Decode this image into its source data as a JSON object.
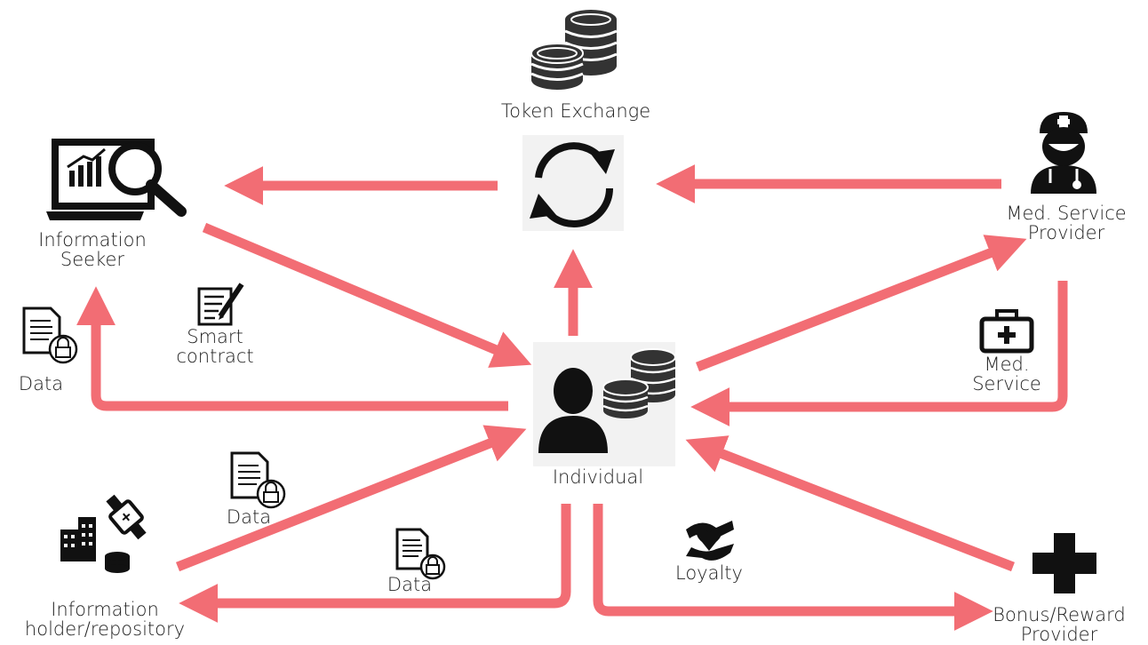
{
  "nodes": {
    "token_exchange": "Token Exchange",
    "information_seeker": [
      "Information",
      "Seeker"
    ],
    "med_service_provider": [
      "Med. Service",
      "Provider"
    ],
    "individual": "Individual",
    "information_holder": [
      "Information",
      "holder/repository"
    ],
    "bonus_reward_provider": [
      "Bonus/Reward",
      "Provider"
    ]
  },
  "edge_labels": {
    "smart_contract": [
      "Smart",
      "contract"
    ],
    "data_left": "Data",
    "data_mid": "Data",
    "data_bottom": "Data",
    "med_service": [
      "Med.",
      "Service"
    ],
    "loyalty": "Loyalty"
  },
  "colors": {
    "arrow": "#f26d74",
    "icon": "#1a1a1a"
  },
  "icons": [
    "coin-stack-icon",
    "sync-icon",
    "laptop-analytics-icon",
    "doctor-icon",
    "person-with-coins-icon",
    "buildings-icon",
    "smartwatch-icon",
    "database-icon",
    "medical-cross-icon",
    "medkit-icon",
    "document-lock-icon",
    "contract-pen-icon",
    "heart-hands-icon"
  ]
}
